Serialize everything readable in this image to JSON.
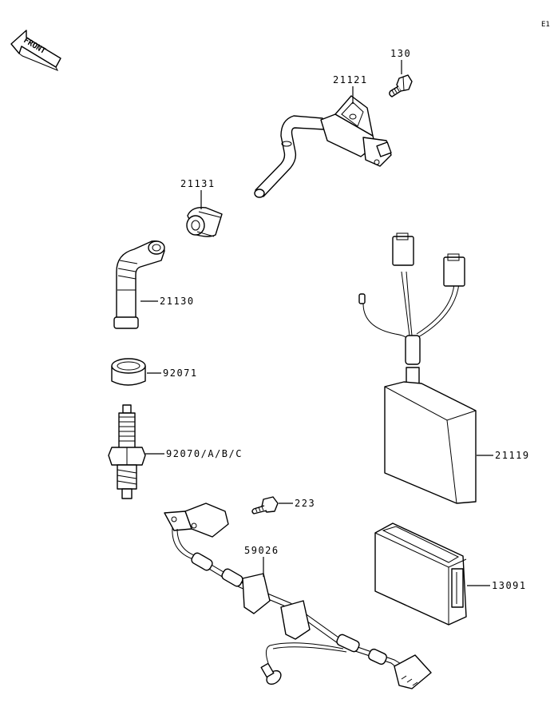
{
  "sheet_id": "E1",
  "front_label": "FRONT",
  "parts": [
    {
      "number": "130"
    },
    {
      "number": "21121"
    },
    {
      "number": "21131"
    },
    {
      "number": "21130"
    },
    {
      "number": "92071"
    },
    {
      "number": "92070/A/B/C"
    },
    {
      "number": "21119"
    },
    {
      "number": "223"
    },
    {
      "number": "59026"
    },
    {
      "number": "13091"
    }
  ]
}
